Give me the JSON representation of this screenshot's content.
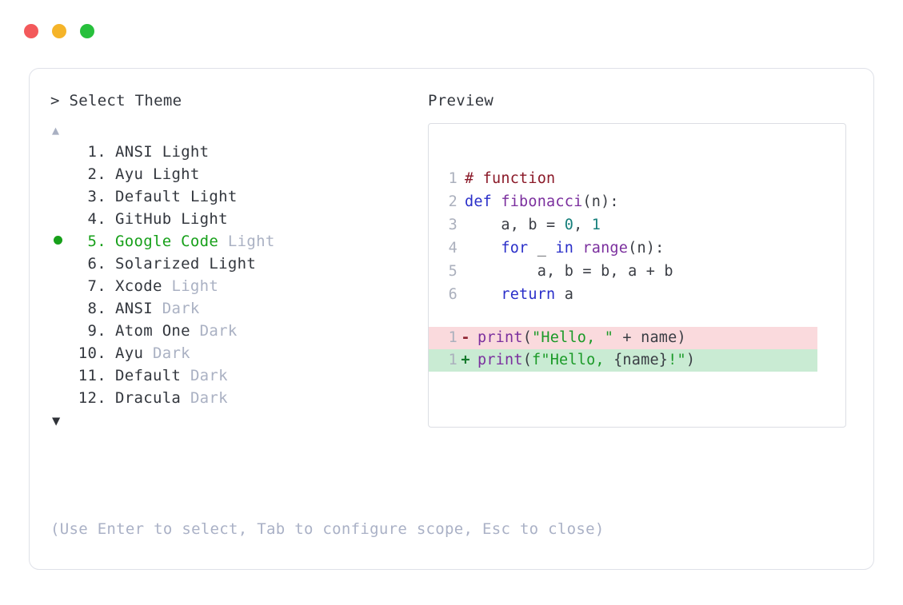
{
  "window": {
    "dots": [
      {
        "name": "close",
        "color": "#f3595b"
      },
      {
        "name": "minimize",
        "color": "#f5b429"
      },
      {
        "name": "maximize",
        "color": "#27c03c"
      }
    ]
  },
  "panel": {
    "prompt_heading": "> Select Theme",
    "preview_heading": "Preview",
    "scroll_up_glyph": "▲",
    "scroll_down_glyph": "▼",
    "footer_hint": "(Use Enter to select, Tab to configure scope, Esc to close)"
  },
  "themes": {
    "selected_index": 5,
    "items": [
      {
        "index": "1.",
        "name": "ANSI",
        "mode": "Light",
        "mode_muted": false,
        "selected": false
      },
      {
        "index": "2.",
        "name": "Ayu",
        "mode": "Light",
        "mode_muted": false,
        "selected": false
      },
      {
        "index": "3.",
        "name": "Default",
        "mode": "Light",
        "mode_muted": false,
        "selected": false
      },
      {
        "index": "4.",
        "name": "GitHub",
        "mode": "Light",
        "mode_muted": false,
        "selected": false
      },
      {
        "index": "5.",
        "name": "Google Code",
        "mode": "Light",
        "mode_muted": true,
        "selected": true
      },
      {
        "index": "6.",
        "name": "Solarized",
        "mode": "Light",
        "mode_muted": false,
        "selected": false
      },
      {
        "index": "7.",
        "name": "Xcode",
        "mode": "Light",
        "mode_muted": true,
        "selected": false
      },
      {
        "index": "8.",
        "name": "ANSI",
        "mode": "Dark",
        "mode_muted": true,
        "selected": false
      },
      {
        "index": "9.",
        "name": "Atom One",
        "mode": "Dark",
        "mode_muted": true,
        "selected": false
      },
      {
        "index": "10.",
        "name": "Ayu",
        "mode": "Dark",
        "mode_muted": true,
        "selected": false
      },
      {
        "index": "11.",
        "name": "Default",
        "mode": "Dark",
        "mode_muted": true,
        "selected": false
      },
      {
        "index": "12.",
        "name": "Dracula",
        "mode": "Dark",
        "mode_muted": true,
        "selected": false
      }
    ]
  },
  "preview": {
    "code_lines": [
      {
        "no": "1",
        "tokens": [
          {
            "t": "# function",
            "c": "tok-comment"
          }
        ]
      },
      {
        "no": "2",
        "tokens": [
          {
            "t": "def ",
            "c": "tok-kw"
          },
          {
            "t": "fibonacci",
            "c": "tok-fn"
          },
          {
            "t": "(n):",
            "c": "tok-plain"
          }
        ]
      },
      {
        "no": "3",
        "tokens": [
          {
            "t": "    a, b = ",
            "c": "tok-plain"
          },
          {
            "t": "0",
            "c": "tok-num"
          },
          {
            "t": ", ",
            "c": "tok-plain"
          },
          {
            "t": "1",
            "c": "tok-num"
          }
        ]
      },
      {
        "no": "4",
        "tokens": [
          {
            "t": "    ",
            "c": "tok-plain"
          },
          {
            "t": "for",
            "c": "tok-kw"
          },
          {
            "t": " _ ",
            "c": "tok-plain"
          },
          {
            "t": "in",
            "c": "tok-kw"
          },
          {
            "t": " ",
            "c": "tok-plain"
          },
          {
            "t": "range",
            "c": "tok-fn"
          },
          {
            "t": "(n):",
            "c": "tok-plain"
          }
        ]
      },
      {
        "no": "5",
        "tokens": [
          {
            "t": "        a, b = b, a + b",
            "c": "tok-plain"
          }
        ]
      },
      {
        "no": "6",
        "tokens": [
          {
            "t": "    ",
            "c": "tok-plain"
          },
          {
            "t": "return",
            "c": "tok-kw"
          },
          {
            "t": " a",
            "c": "tok-plain"
          }
        ]
      }
    ],
    "diff_lines": [
      {
        "no": "1",
        "kind": "removed",
        "marker": "-",
        "tokens": [
          {
            "t": "print",
            "c": "tok-fn"
          },
          {
            "t": "(",
            "c": "tok-plain"
          },
          {
            "t": "\"Hello, \"",
            "c": "tok-str"
          },
          {
            "t": " + name)",
            "c": "tok-plain"
          }
        ]
      },
      {
        "no": "1",
        "kind": "added",
        "marker": "+",
        "tokens": [
          {
            "t": "print",
            "c": "tok-fn"
          },
          {
            "t": "(",
            "c": "tok-plain"
          },
          {
            "t": "f\"Hello, ",
            "c": "tok-str"
          },
          {
            "t": "{name}",
            "c": "tok-plain"
          },
          {
            "t": "!\"",
            "c": "tok-str"
          },
          {
            "t": ")",
            "c": "tok-plain"
          }
        ]
      }
    ]
  },
  "colors": {
    "accent_green": "#17a01a",
    "muted": "#aab1c3",
    "text": "#33373e",
    "diff_removed_bg": "#fadadd",
    "diff_added_bg": "#c9ebd3",
    "card_border": "#dfe1e8"
  }
}
